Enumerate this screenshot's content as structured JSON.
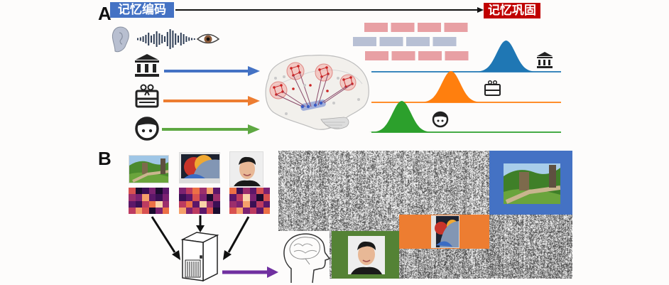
{
  "panel_a": {
    "label": "A",
    "encoding_tag": "记忆编码",
    "consolidation_tag": "记忆巩固",
    "encoding_color": "#4472c4",
    "consolidation_color": "#c00000",
    "stimuli": [
      {
        "icon": "bank-icon",
        "arrow_color": "#4472c4"
      },
      {
        "icon": "gift-icon",
        "arrow_color": "#ed7d31"
      },
      {
        "icon": "face-icon",
        "arrow_color": "#5ea842"
      }
    ],
    "sensory_icons": [
      "ear-icon",
      "sound-wave-icon",
      "eye-icon"
    ],
    "replay_traces": [
      {
        "name": "bank",
        "color": "#1f77b4",
        "peak_position": 0.71,
        "icon": "bank-icon"
      },
      {
        "name": "gift",
        "color": "#ff7f0e",
        "peak_position": 0.42,
        "icon": "gift-icon"
      },
      {
        "name": "face",
        "color": "#2ca02c",
        "peak_position": 0.16,
        "icon": "face-icon"
      }
    ],
    "brick_colors": {
      "pink": "#e8a0a4",
      "gray_blue": "#b8c0d4"
    }
  },
  "panel_b": {
    "label": "B",
    "images": [
      {
        "name": "great-wall-image",
        "heatmap": [
          [
            6,
            0,
            1,
            3,
            0,
            2
          ],
          [
            4,
            3,
            8,
            2,
            1,
            3
          ],
          [
            2,
            1,
            5,
            7,
            9,
            4
          ],
          [
            5,
            8,
            6,
            0,
            3,
            7
          ]
        ]
      },
      {
        "name": "tablet-image",
        "heatmap": [
          [
            3,
            5,
            7,
            4,
            8,
            2
          ],
          [
            1,
            2,
            6,
            3,
            0,
            4
          ],
          [
            5,
            7,
            2,
            9,
            4,
            1
          ],
          [
            8,
            3,
            5,
            2,
            6,
            0
          ]
        ]
      },
      {
        "name": "portrait-image",
        "heatmap": [
          [
            7,
            1,
            4,
            2,
            6,
            3
          ],
          [
            2,
            5,
            9,
            3,
            0,
            6
          ],
          [
            4,
            3,
            8,
            1,
            5,
            2
          ],
          [
            6,
            8,
            3,
            5,
            2,
            7
          ]
        ]
      }
    ],
    "arrow_color": "#7030a0",
    "highlight_boxes": [
      {
        "name": "face",
        "color": "#548235"
      },
      {
        "name": "tablet",
        "color": "#ed7d31"
      },
      {
        "name": "great-wall",
        "color": "#4472c4"
      }
    ]
  }
}
